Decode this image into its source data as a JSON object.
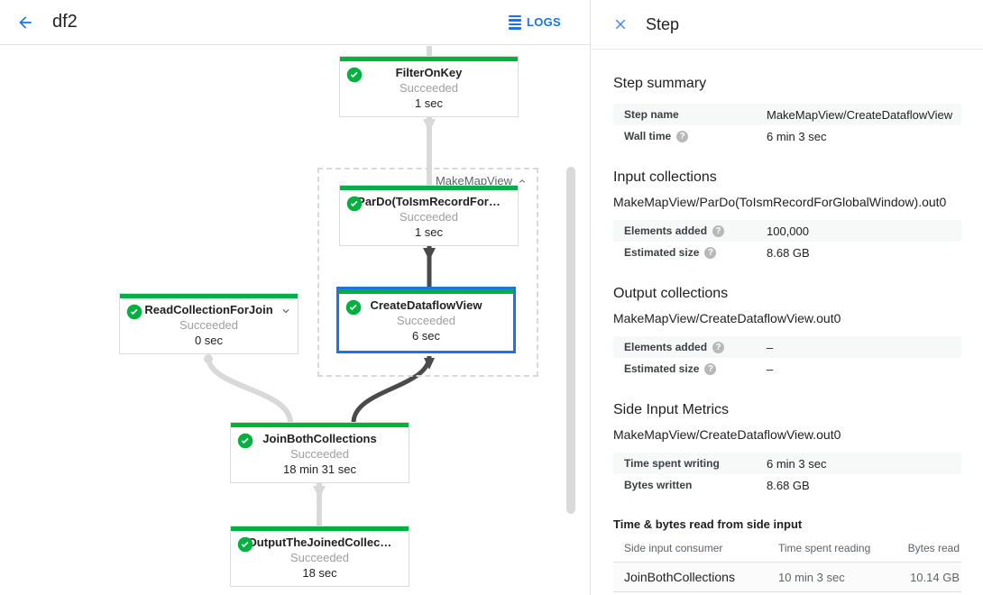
{
  "toolbar": {
    "title": "df2",
    "logs_label": "LOGS"
  },
  "panel": {
    "title": "Step",
    "help_glyph": "?",
    "step_summary": {
      "heading": "Step summary",
      "rows": [
        {
          "label": "Step name",
          "value": "MakeMapView/CreateDataflowView"
        },
        {
          "label": "Wall time",
          "value": "6 min 3 sec"
        }
      ]
    },
    "input_collections": {
      "heading": "Input collections",
      "collection": "MakeMapView/ParDo(ToIsmRecordForGlobalWindow).out0",
      "rows": [
        {
          "label": "Elements added",
          "value": "100,000"
        },
        {
          "label": "Estimated size",
          "value": "8.68 GB"
        }
      ]
    },
    "output_collections": {
      "heading": "Output collections",
      "collection": "MakeMapView/CreateDataflowView.out0",
      "rows": [
        {
          "label": "Elements added",
          "value": "–"
        },
        {
          "label": "Estimated size",
          "value": "–"
        }
      ]
    },
    "side_input_metrics": {
      "heading": "Side Input Metrics",
      "collection": "MakeMapView/CreateDataflowView.out0",
      "rows": [
        {
          "label": "Time spent writing",
          "value": "6 min 3 sec"
        },
        {
          "label": "Bytes written",
          "value": "8.68 GB"
        }
      ]
    },
    "side_input_table": {
      "heading": "Time & bytes read from side input",
      "columns": [
        "Side input consumer",
        "Time spent reading",
        "Bytes read"
      ],
      "rows": [
        {
          "consumer": "JoinBothCollections",
          "time": "10 min 3 sec",
          "bytes": "10.14 GB"
        }
      ]
    }
  },
  "graph": {
    "group_label": "MakeMapView",
    "nodes": {
      "filter_on_key": {
        "title": "FilterOnKey",
        "status": "Succeeded",
        "time": "1 sec"
      },
      "pardo_to_ism": {
        "title": "ParDo(ToIsmRecordFor…",
        "status": "Succeeded",
        "time": "1 sec"
      },
      "create_dataflow_view": {
        "title": "CreateDataflowView",
        "status": "Succeeded",
        "time": "6 sec"
      },
      "read_collection_for_join": {
        "title": "ReadCollectionForJoin",
        "status": "Succeeded",
        "time": "0 sec"
      },
      "join_both_collections": {
        "title": "JoinBothCollections",
        "status": "Succeeded",
        "time": "18 min 31 sec"
      },
      "output_the_joined": {
        "title": "OutputTheJoinedCollec…",
        "status": "Succeeded",
        "time": "18 sec"
      }
    }
  },
  "colors": {
    "success_green": "#00b140",
    "selected_blue": "#1a73e8",
    "accent_blue": "#1a73e8",
    "edge_light": "#d9d9d9",
    "edge_dark": "#4a4a4a"
  }
}
